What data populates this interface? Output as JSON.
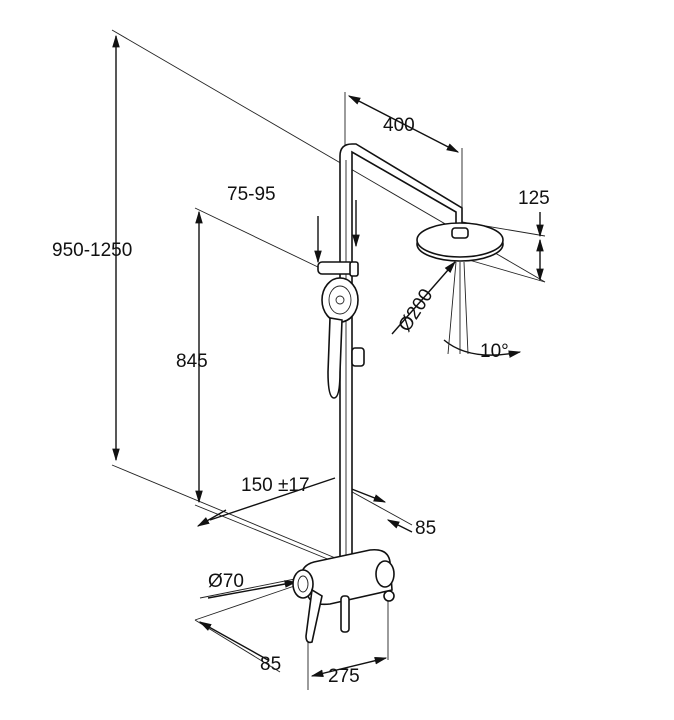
{
  "dimensions": {
    "total_height": "950-1250",
    "arm_length": "400",
    "slider_range": "75-95",
    "head_height": "125",
    "head_diameter": "Ø200",
    "tilt_angle": "10°",
    "mixer_height": "845",
    "centre_distance": "150 ±17",
    "wall_offset_right": "85",
    "rosette_diameter": "Ø70",
    "wall_offset_left": "85",
    "mixer_width": "275"
  },
  "colors": {
    "line": "#111111",
    "background": "#ffffff"
  }
}
